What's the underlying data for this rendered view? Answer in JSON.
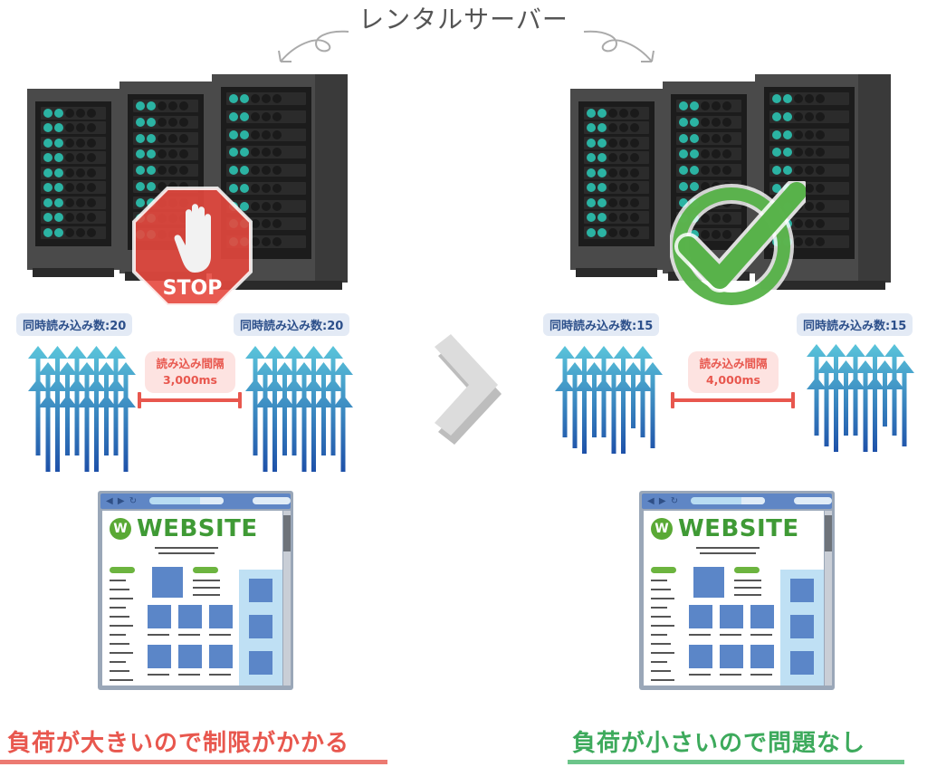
{
  "title": "レンタルサーバー",
  "colors": {
    "bad": "#e8574e",
    "good": "#3daa5c",
    "badge_bg": "#e3eaf5",
    "badge_text": "#2c4f8a",
    "led_on": "#2bb3a3",
    "arrow_top": "#5cc8dc",
    "arrow_bottom": "#1d4fa8"
  },
  "scenarios": [
    {
      "id": "high-load",
      "status_icon": "stop-sign-icon",
      "status_label": "STOP",
      "concurrent_label_left": "同時読み込み数:20",
      "concurrent_label_right": "同時読み込み数:20",
      "concurrent_count": 20,
      "interval_title": "読み込み間隔",
      "interval_value": "3,000ms",
      "website": {
        "logo_letter": "W",
        "logo_text": "WEBSITE"
      },
      "conclusion": "負荷が大きいので制限がかかる"
    },
    {
      "id": "low-load",
      "status_icon": "check-mark-icon",
      "status_label": "",
      "concurrent_label_left": "同時読み込み数:15",
      "concurrent_label_right": "同時読み込み数:15",
      "concurrent_count": 15,
      "interval_title": "読み込み間隔",
      "interval_value": "4,000ms",
      "website": {
        "logo_letter": "W",
        "logo_text": "WEBSITE"
      },
      "conclusion": "負荷が小さいので問題なし"
    }
  ],
  "comparison_symbol": "chevron-right-icon",
  "browser_nav": "◀ ▶ ↻"
}
